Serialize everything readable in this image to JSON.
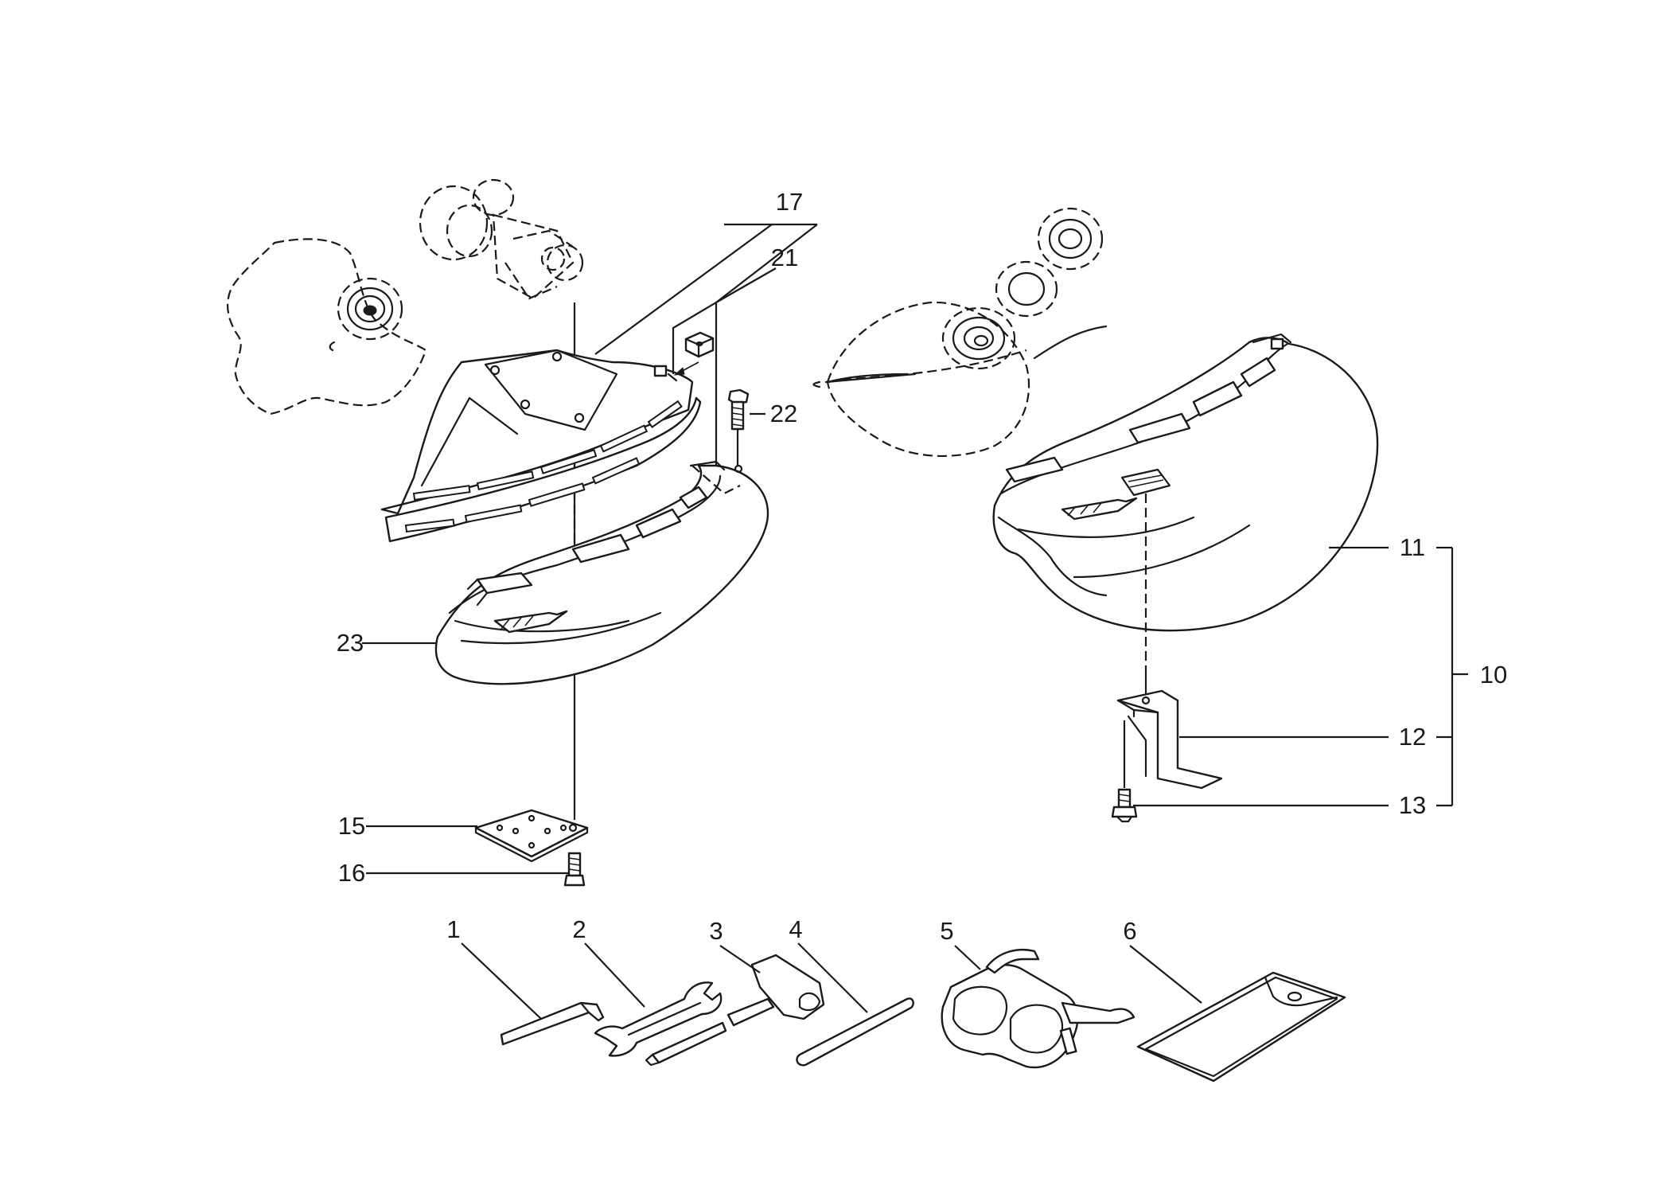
{
  "diagram": {
    "callouts": [
      {
        "id": "1",
        "label": "1"
      },
      {
        "id": "2",
        "label": "2"
      },
      {
        "id": "3",
        "label": "3"
      },
      {
        "id": "4",
        "label": "4"
      },
      {
        "id": "5",
        "label": "5"
      },
      {
        "id": "6",
        "label": "6"
      },
      {
        "id": "10",
        "label": "10"
      },
      {
        "id": "11",
        "label": "11"
      },
      {
        "id": "12",
        "label": "12"
      },
      {
        "id": "13",
        "label": "13"
      },
      {
        "id": "15",
        "label": "15"
      },
      {
        "id": "16",
        "label": "16"
      },
      {
        "id": "17",
        "label": "17"
      },
      {
        "id": "21",
        "label": "21"
      },
      {
        "id": "22",
        "label": "22"
      },
      {
        "id": "23",
        "label": "23"
      }
    ],
    "colors": {
      "ink": "#1a1a1a",
      "background": "#ffffff"
    }
  }
}
